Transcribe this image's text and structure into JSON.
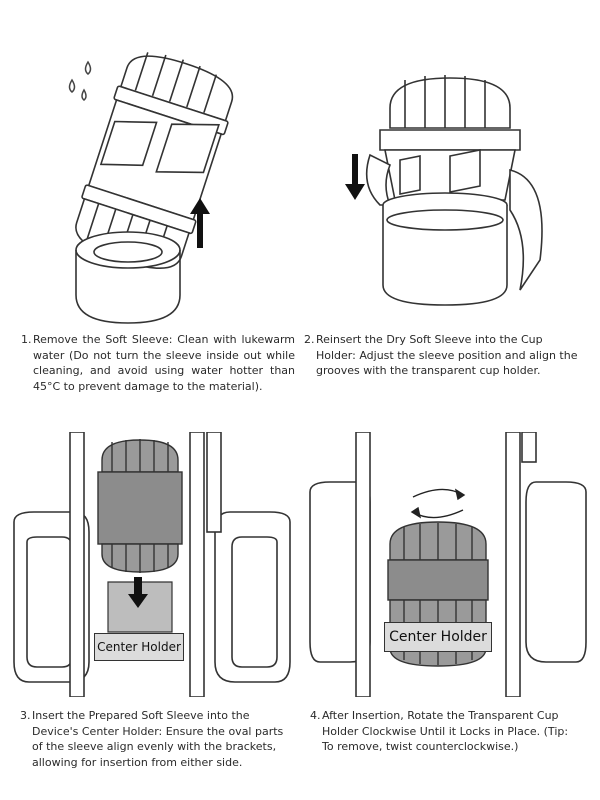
{
  "steps": [
    {
      "number": "1.",
      "text": "Remove the Soft Sleeve: Clean with lukewarm water (Do not turn the sleeve inside out while cleaning, and avoid using water hotter than 45°C to prevent damage to the material)."
    },
    {
      "number": "2.",
      "text": "Reinsert the Dry Soft Sleeve into the Cup Holder: Adjust the sleeve position and align the grooves with the transparent cup holder."
    },
    {
      "number": "3.",
      "text": "Insert the Prepared Soft Sleeve into the Device's Center Holder: Ensure the oval parts of the sleeve align evenly with the brackets, allowing for insertion from either side."
    },
    {
      "number": "4.",
      "text": "After Insertion, Rotate the Transparent Cup Holder Clockwise Until it Locks in Place. (Tip: To remove, twist counterclockwise.)"
    }
  ],
  "labels": {
    "center_holder_3": "Center Holder",
    "center_holder_4": "Center Holder"
  },
  "icons": {
    "drops": "water-drops-icon",
    "up_arrow": "arrow-up-icon",
    "down_arrow": "arrow-down-icon",
    "rotate": "rotate-arrows-icon"
  }
}
